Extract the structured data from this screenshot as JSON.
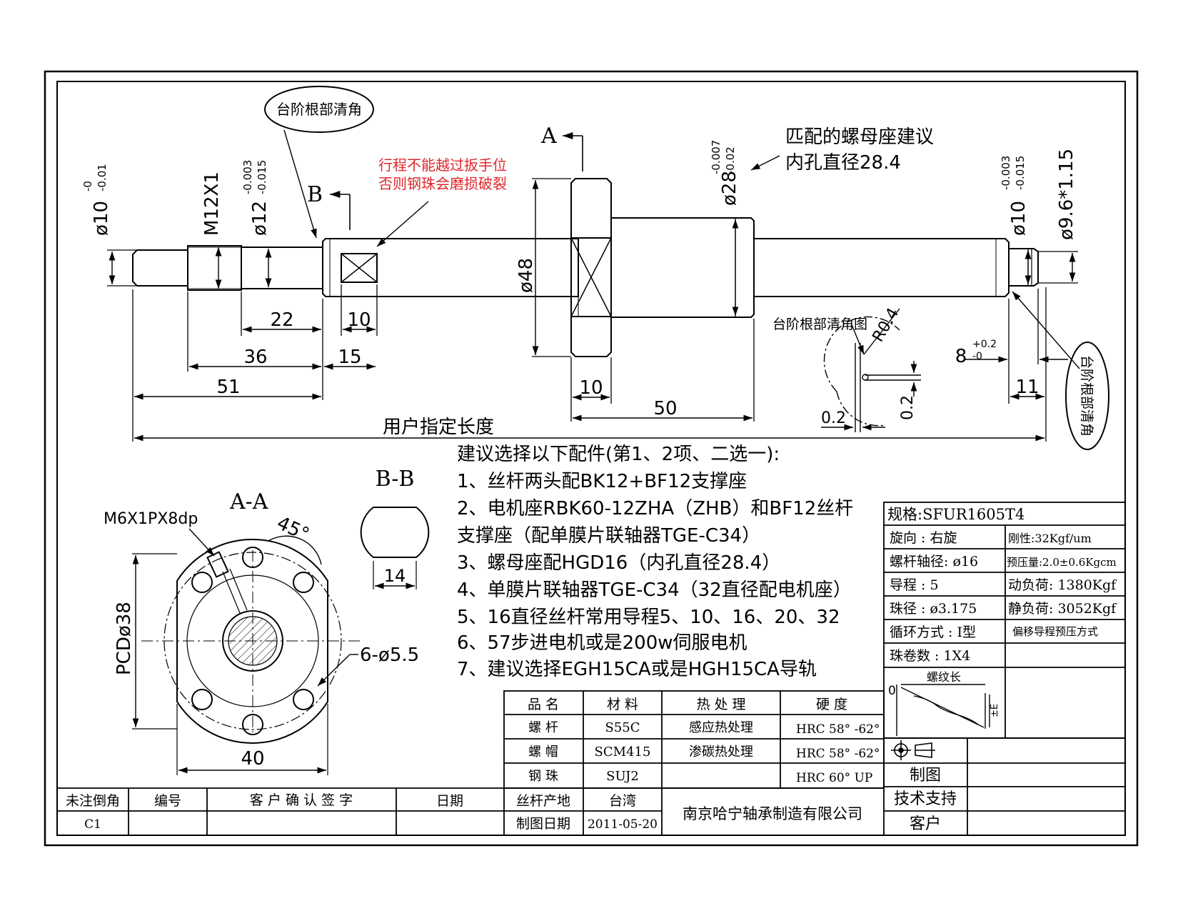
{
  "callouts": {
    "step_root_left": "台阶根部清角",
    "step_root_right": "台阶根部清角",
    "step_root_detail": "台阶根部清角图",
    "nut_seat_line1": "匹配的螺母座建议",
    "nut_seat_line2": "内孔直径28.4",
    "warning_line1": "行程不能越过扳手位",
    "warning_line2": "否则钢珠会磨损破裂"
  },
  "section_marks": {
    "a": "A",
    "b": "B",
    "aa": "A-A",
    "bb": "B-B"
  },
  "dims": {
    "d10_left": "ø10",
    "d10_left_tol_up": "-0",
    "d10_left_tol_dn": "-0.01",
    "m12": "M12X1",
    "d12": "ø12",
    "d12_tol_up": "-0.003",
    "d12_tol_dn": "-0.015",
    "d28": "ø28",
    "d28_tol_up": "-0.007",
    "d28_tol_dn": "-0.02",
    "d48": "ø48",
    "d10_right": "ø10",
    "d10_right_tol_up": "-0.003",
    "d10_right_tol_dn": "-0.015",
    "d96": "ø9.6*1.15",
    "len22": "22",
    "len10a": "10",
    "len36": "36",
    "len15": "15",
    "len51": "51",
    "len10b": "10",
    "len50": "50",
    "len11": "11",
    "len8": "8",
    "len8_tol_up": "+0.2",
    "len8_tol_dn": "-0",
    "user_length": "用户指定长度",
    "r04": "R0.4",
    "c02a": "0.2",
    "c02b": "0.2",
    "m6": "M6X1PX8dp",
    "deg45": "45°",
    "pcd": "PCDø38",
    "holes": "6-ø5.5",
    "w40": "40",
    "w14": "14"
  },
  "notes": [
    "建议选择以下配件(第1、2项、二选一):",
    "1、丝杆两头配BK12+BF12支撑座",
    "2、电机座RBK60-12ZHA（ZHB）和BF12丝杆",
    " 支撑座（配单膜片联轴器TGE-C34）",
    "3、螺母座配HGD16（内孔直径28.4）",
    "4、单膜片联轴器TGE-C34（32直径配电机座）",
    "5、16直径丝杆常用导程5、10、16、20、32",
    "6、57步进电机或是200w伺服电机",
    "7、建议选择EGH15CA或是HGH15CA导轨"
  ],
  "spec": {
    "title": "规格:SFUR1605T4",
    "rows": [
      [
        "旋向 :  右旋",
        "刚性:32Kgf/um"
      ],
      [
        "螺杆轴径: ø16",
        "预压量:2.0±0.6Kgcm"
      ],
      [
        "导程 :   5",
        "动负荷: 1380Kgf"
      ],
      [
        "珠径 : ø3.175",
        "静负荷: 3052Kgf"
      ],
      [
        "循环方式 : I型",
        "偏移导程预压方式"
      ],
      [
        "珠卷数 : 1X4",
        ""
      ]
    ],
    "thread_len": "螺纹长",
    "zero": "0",
    "tol_e": "±E"
  },
  "materials": {
    "headers": [
      "品 名",
      "材 料",
      "热 处 理",
      "硬 度"
    ],
    "rows": [
      [
        "螺 杆",
        "S55C",
        "感应热处理",
        "HRC 58° -62°"
      ],
      [
        "螺 帽",
        "SCM415",
        "渗碳热处理",
        "HRC 58° -62°"
      ],
      [
        "钢 珠",
        "SUJ2",
        "",
        "HRC 60°  UP"
      ]
    ],
    "draw": "制图",
    "tech": "技术支持",
    "customer": "客户"
  },
  "title_block": {
    "chamfer_label": "未注倒角",
    "number_label": "编号",
    "confirm_label": "客 户 确 认 签 字",
    "date_label": "日期",
    "origin_label": "丝杆产地",
    "origin": "台湾",
    "chamfer_value": "C1",
    "drawdate_label": "制图日期",
    "drawdate": "2011-05-20",
    "company": "南京哈宁轴承制造有限公司"
  }
}
